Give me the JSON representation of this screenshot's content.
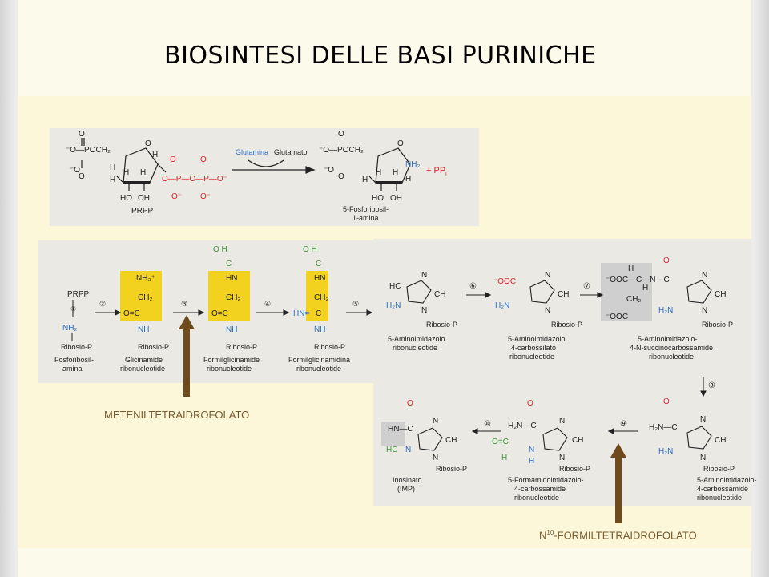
{
  "slide": {
    "title": "BIOSINTESI DELLE BASI PURINICHE",
    "labels": {
      "meteniltetra": "METENILTETRAIDROFOLATO",
      "formil_prefix": "N",
      "formil_sup": "10",
      "formil_rest": "-FORMILTETRAIDROFOLATO"
    }
  },
  "reaction1": {
    "enzyme": "Glutamina",
    "product_side": "Glutamato",
    "reactant": "PRPP",
    "product_line1": "5-Fosforibosil-",
    "product_line2": "1-amina",
    "byproduct": "+ PP",
    "byproduct_sub": "i"
  },
  "pathway": {
    "steps": [
      "1",
      "2",
      "3",
      "4",
      "5",
      "6",
      "7",
      "8",
      "9",
      "10"
    ],
    "compounds": [
      {
        "l1": "Fosforibosil-",
        "l2": "amina"
      },
      {
        "l1": "Glicinamide",
        "l2": "ribonucleotide"
      },
      {
        "l1": "Formilglicinamide",
        "l2": "ribonucleotide"
      },
      {
        "l1": "Formilglicinamidina",
        "l2": "ribonucleotide"
      },
      {
        "l1": "5-Aminoimidazolo",
        "l2": "ribonucleotide"
      },
      {
        "l1": "5-Aminoimidazolo",
        "l2": "4-carbossilato",
        "l3": "ribonucleotide"
      },
      {
        "l1": "5-Aminoimidazolo-",
        "l2": "4-N-succinocarbossamide",
        "l3": "ribonucleotide"
      },
      {
        "l1": "5-Aminoimidazolo-",
        "l2": "4-carbossamide",
        "l3": "ribonucleotide"
      },
      {
        "l1": "5-Formamidoimidazolo-",
        "l2": "4-carbossamide",
        "l3": "ribonucleotide"
      },
      {
        "l1": "Inosinato",
        "l2": "(IMP)"
      }
    ],
    "ribose": "Ribosio-P",
    "prpp": "PRPP"
  },
  "colors": {
    "highlight": "#f3d21f",
    "arrow": "#6e4a1c",
    "blue": "#2a6fc4",
    "red": "#d8282e",
    "green": "#3d9a3a"
  }
}
